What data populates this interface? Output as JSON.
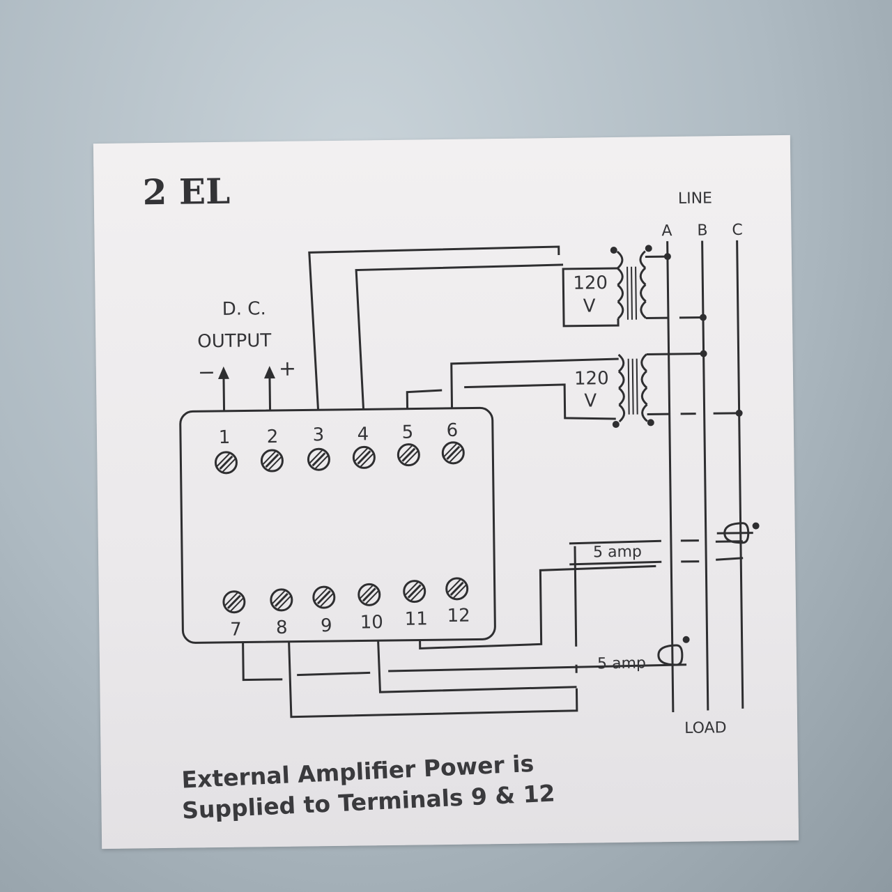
{
  "label": {
    "title": "2 EL",
    "dc_output": {
      "line1": "D. C.",
      "line2": "OUTPUT",
      "minus": "−",
      "plus": "+"
    },
    "line_header": "LINE",
    "load_header": "LOAD",
    "phases": [
      "A",
      "B",
      "C"
    ],
    "terminals_top": [
      "1",
      "2",
      "3",
      "4",
      "5",
      "6"
    ],
    "terminals_bottom": [
      "7",
      "8",
      "9",
      "10",
      "11",
      "12"
    ],
    "transformers": [
      {
        "volt_value": "120",
        "volt_unit": "V"
      },
      {
        "volt_value": "120",
        "volt_unit": "V"
      }
    ],
    "current_transformers": [
      {
        "rating": "5 amp"
      },
      {
        "rating": "5 amp"
      }
    ],
    "note_line1": "External Amplifier Power is",
    "note_line2": "Supplied to Terminals 9 & 12"
  }
}
